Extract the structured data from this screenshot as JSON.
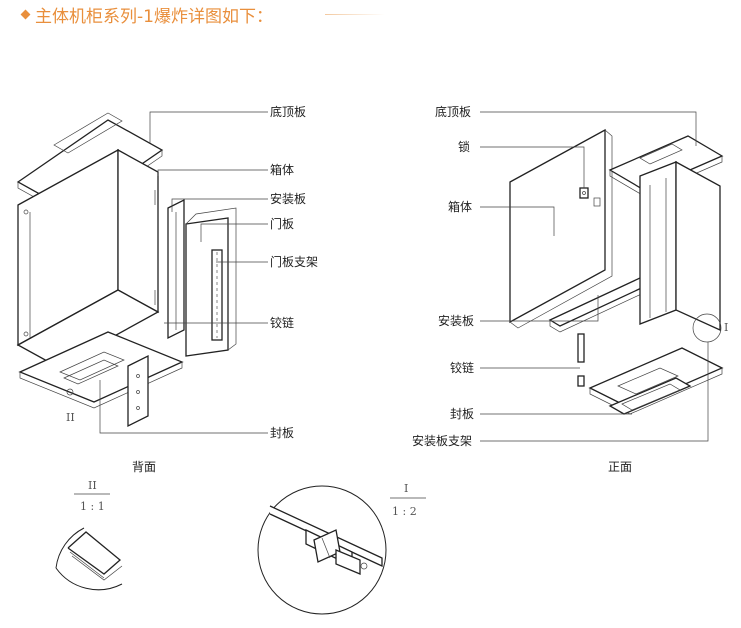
{
  "header": {
    "title": "主体机柜系列-1爆炸详图如下：",
    "accent_color": "#e98f3c",
    "icon": "diamond-bullet-icon"
  },
  "back_view": {
    "caption": "背面",
    "detail_marker": "II",
    "labels": {
      "bottom_top_panel": "底顶板",
      "cabinet_body": "箱体",
      "mounting_plate": "安装板",
      "door_panel": "门板",
      "door_bracket": "门板支架",
      "hinge": "铰链",
      "seal_plate": "封板"
    }
  },
  "front_view": {
    "caption": "正面",
    "detail_marker": "I",
    "labels": {
      "bottom_top_panel": "底顶板",
      "lock": "锁",
      "cabinet_body": "箱体",
      "mounting_plate": "安装板",
      "hinge": "铰链",
      "seal_plate": "封板",
      "mounting_plate_bracket": "安装板支架"
    }
  },
  "detail_ii": {
    "numeral": "II",
    "scale": "1 : 1"
  },
  "detail_i": {
    "numeral": "I",
    "scale": "1 : 2"
  }
}
